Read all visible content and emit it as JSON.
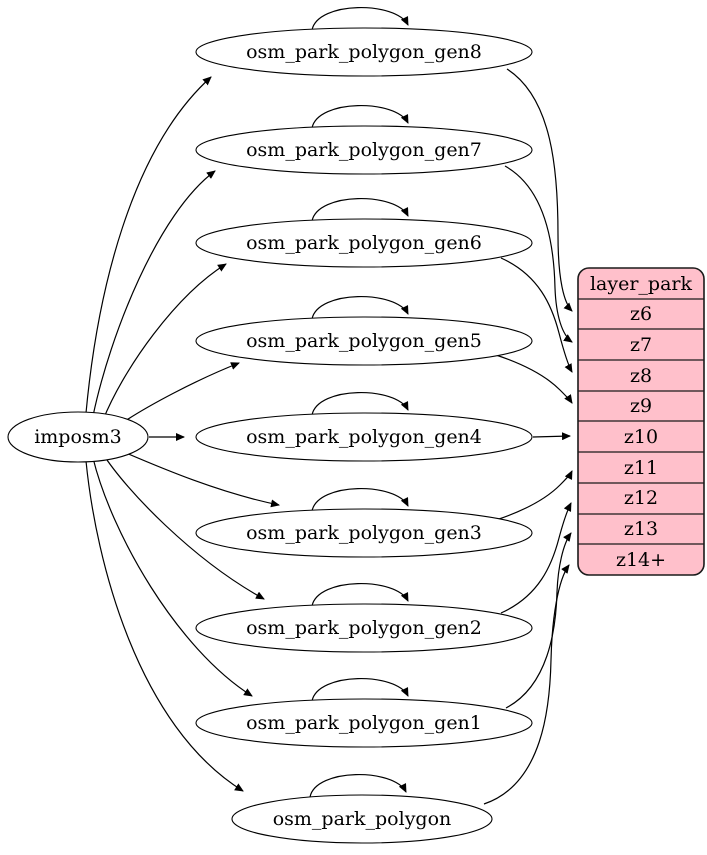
{
  "diagram": {
    "source": {
      "label": "imposm3"
    },
    "nodes": [
      {
        "label": "osm_park_polygon_gen8",
        "target_row": "z6"
      },
      {
        "label": "osm_park_polygon_gen7",
        "target_row": "z7"
      },
      {
        "label": "osm_park_polygon_gen6",
        "target_row": "z8"
      },
      {
        "label": "osm_park_polygon_gen5",
        "target_row": "z9"
      },
      {
        "label": "osm_park_polygon_gen4",
        "target_row": "z10"
      },
      {
        "label": "osm_park_polygon_gen3",
        "target_row": "z11"
      },
      {
        "label": "osm_park_polygon_gen2",
        "target_row": "z12"
      },
      {
        "label": "osm_park_polygon_gen1",
        "target_row": "z13"
      },
      {
        "label": "osm_park_polygon",
        "target_row": "z14+"
      }
    ],
    "layer_table": {
      "title": "layer_park",
      "rows": [
        "z6",
        "z7",
        "z8",
        "z9",
        "z10",
        "z11",
        "z12",
        "z13",
        "z14+"
      ]
    },
    "colors": {
      "table_fill": "#ffc0cb",
      "node_fill": "#ffffff",
      "edge_stroke": "#000000"
    }
  }
}
